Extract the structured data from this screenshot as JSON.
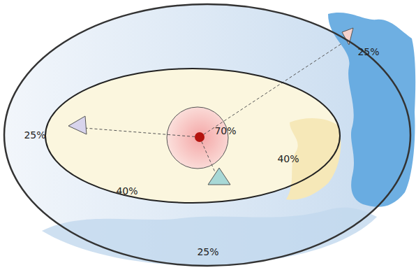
{
  "diagram": {
    "nodes": [
      {
        "text": [
          "25%",
          "25%",
          "25%"
        ]
      },
      {
        "text": [
          "40%",
          "40%"
        ],
        "in": 0
      },
      {
        "text": [
          "70%"
        ],
        "in": 1
      }
    ]
  }
}
